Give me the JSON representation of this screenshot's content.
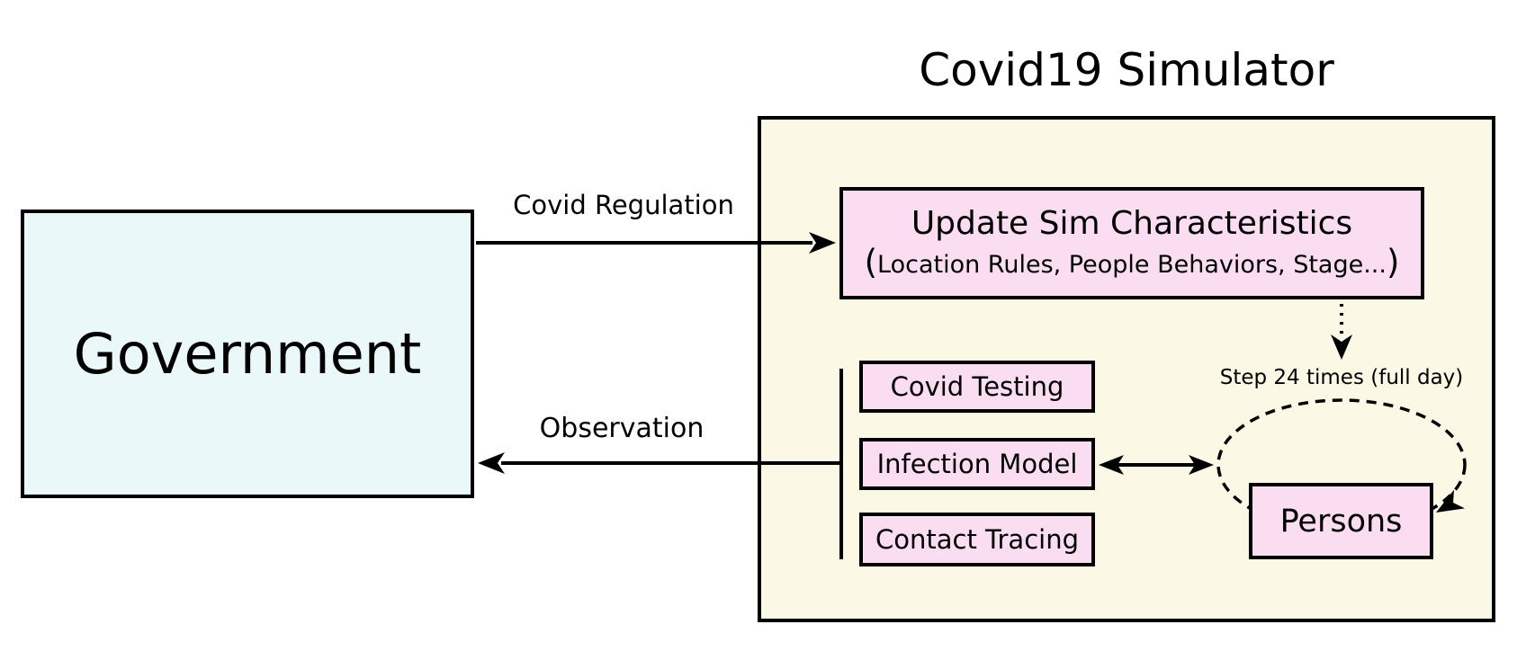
{
  "colors": {
    "background": "#ffffff",
    "government_fill": "#eaf8fa",
    "simulator_fill": "#fbf8e6",
    "module_fill": "#fbddf2",
    "stroke": "#000000"
  },
  "government": {
    "label": "Government"
  },
  "simulator": {
    "title": "Covid19 Simulator",
    "update_box": {
      "title": "Update Sim Characteristics",
      "paren_open": "(",
      "subtitle": "Location Rules, People Behaviors, Stage...",
      "paren_close": ")"
    },
    "modules": [
      {
        "label": "Covid Testing"
      },
      {
        "label": "Infection Model"
      },
      {
        "label": "Contact Tracing"
      }
    ],
    "persons_label": "Persons",
    "loop_label": "Step 24 times (full day)"
  },
  "flows": {
    "regulation_label": "Covid Regulation",
    "observation_label": "Observation"
  }
}
